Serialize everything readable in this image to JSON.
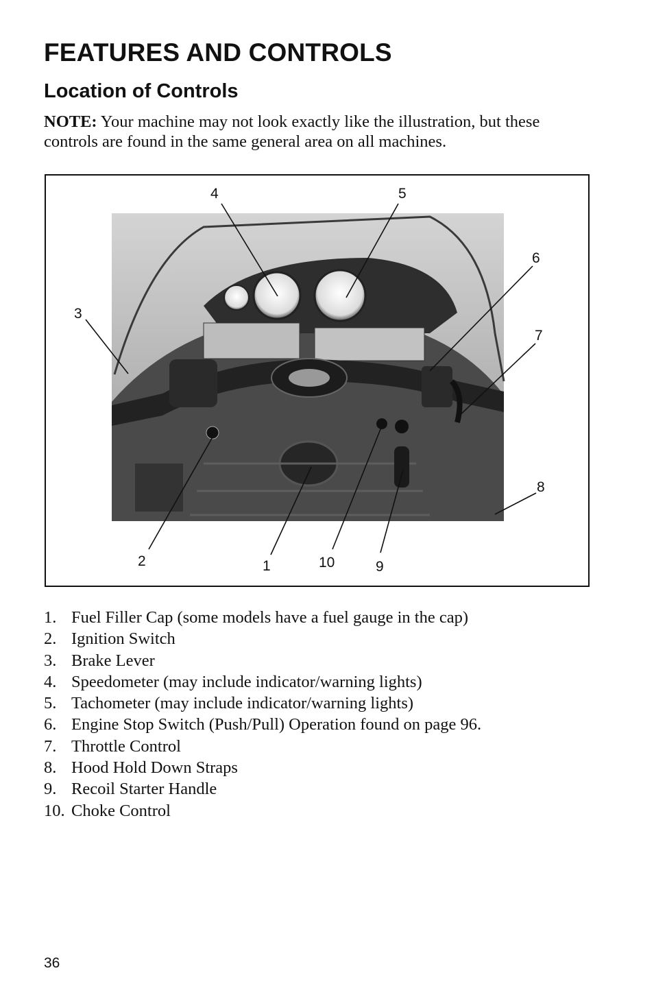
{
  "heading": "FEATURES AND CONTROLS",
  "subheading": "Location of Controls",
  "note": {
    "label": "NOTE:",
    "text": " Your machine may not look exactly like the illustration, but these controls are found in the same general area on all machines."
  },
  "figure": {
    "callouts": [
      "4",
      "5",
      "6",
      "3",
      "7",
      "8",
      "2",
      "1",
      "10",
      "9"
    ]
  },
  "list": [
    {
      "num": "1.",
      "text": "Fuel Filler Cap (some models have a fuel gauge in the cap)"
    },
    {
      "num": "2.",
      "text": "Ignition Switch"
    },
    {
      "num": "3.",
      "text": "Brake Lever"
    },
    {
      "num": "4.",
      "text": "Speedometer (may include indicator/warning lights)"
    },
    {
      "num": "5.",
      "text": "Tachometer (may include indicator/warning lights)"
    },
    {
      "num": "6.",
      "text": "Engine Stop Switch (Push/Pull)  Operation found on page 96."
    },
    {
      "num": "7.",
      "text": "Throttle Control"
    },
    {
      "num": "8.",
      "text": "Hood Hold Down Straps"
    },
    {
      "num": "9.",
      "text": "Recoil Starter Handle"
    },
    {
      "num": "10.",
      "text": "Choke Control"
    }
  ],
  "page_number": "36"
}
